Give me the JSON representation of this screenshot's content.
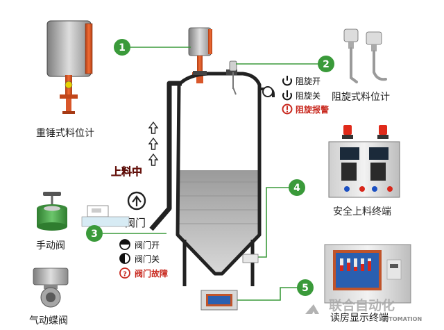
{
  "labels": {
    "heavy_hammer": "重锤式料位计",
    "rotary_paddle": "阻旋式料位计",
    "rp_on": "阻旋开",
    "rp_off": "阻旋关",
    "rp_alarm": "阻旋报警",
    "loading": "上料中",
    "valve": "阀门",
    "valve_open": "阀门开",
    "valve_close": "阀门关",
    "valve_fault": "阀门故障",
    "manual_valve": "手动阀",
    "pneumatic_valve": "气动蝶阀",
    "safe_terminal": "安全上料终端",
    "room_display": "读房显示终端",
    "watermark_cn": "联合自动化",
    "watermark_en": "AUTOMATION"
  },
  "badges": [
    "1",
    "2",
    "3",
    "4",
    "5"
  ],
  "colors": {
    "green": "#3a9a3a",
    "alarm_red": "#c8281e",
    "orange": "#d9572a",
    "steel": "#bcbcbc",
    "dark": "#222222"
  },
  "silo": {
    "fill_fraction": 0.42
  }
}
